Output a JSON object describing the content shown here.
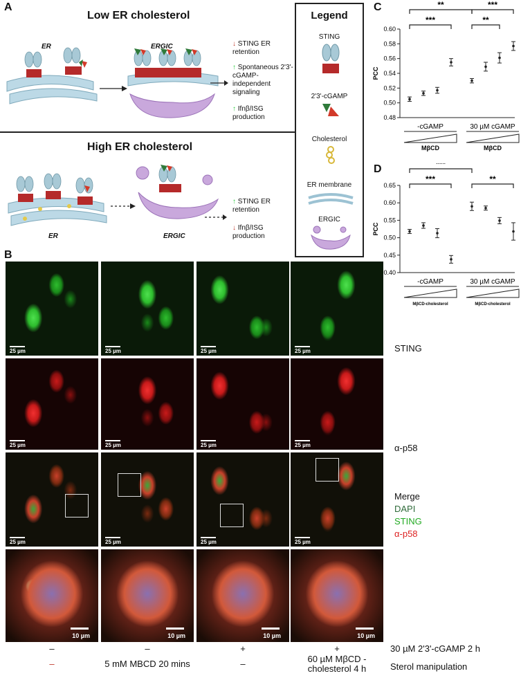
{
  "panels": {
    "A": "A",
    "B": "B",
    "C": "C",
    "D": "D"
  },
  "panelA": {
    "low_title": "Low ER cholesterol",
    "high_title": "High ER cholesterol",
    "er": "ER",
    "ergic": "ERGIC",
    "low_effects": [
      "STING ER retention",
      "Spontaneous 2'3'-cGAMP-independent signaling",
      "Ifnβ/ISG production"
    ],
    "high_effects": [
      "STING ER retention",
      "Ifnβ/ISG production"
    ]
  },
  "legend": {
    "title": "Legend",
    "items": [
      "STING",
      "2'3'-cGAMP",
      "Cholesterol",
      "ER membrane",
      "ERGIC"
    ]
  },
  "panelB": {
    "scale_small": "25 µm",
    "scale_zoom": "10 µm",
    "channels": [
      "STING",
      "α-p58"
    ],
    "merge": {
      "title": "Merge",
      "dapi": "DAPI",
      "sting": "STING",
      "p58": "α-p58"
    },
    "cgamp_row": [
      "–",
      "–",
      "+",
      "+"
    ],
    "cgamp_label": "30 µM 2'3'-cGAMP 2 h",
    "sterol_row": [
      "–",
      "5 mM MBCD 20 mins",
      "–",
      "60 µM MβCD -cholesterol 4 h"
    ],
    "sterol_label": "Sterol manipulation",
    "colors": {
      "green": "#37c837",
      "red": "#e02020",
      "dapi_text": "#2f6b3a",
      "sting_text": "#22aa22",
      "p58_text": "#dd2222"
    }
  },
  "chart_data": [
    {
      "type": "scatter",
      "panel": "C",
      "ylabel": "PCC",
      "ylim": [
        0.48,
        0.6
      ],
      "yticks": [
        "0.48",
        "0.50",
        "0.52",
        "0.54",
        "0.56",
        "0.58",
        "0.60"
      ],
      "points": [
        {
          "group": "-cGAMP",
          "value": 0.505,
          "err": 0.003
        },
        {
          "group": "-cGAMP",
          "value": 0.513,
          "err": 0.003
        },
        {
          "group": "-cGAMP",
          "value": 0.517,
          "err": 0.004
        },
        {
          "group": "-cGAMP",
          "value": 0.555,
          "err": 0.005
        },
        {
          "group": "30 µM cGAMP",
          "value": 0.53,
          "err": 0.003
        },
        {
          "group": "30 µM cGAMP",
          "value": 0.549,
          "err": 0.006
        },
        {
          "group": "30 µM cGAMP",
          "value": 0.561,
          "err": 0.007
        },
        {
          "group": "30 µM cGAMP",
          "value": 0.577,
          "err": 0.006
        }
      ],
      "groups": [
        "-cGAMP",
        "30 µM cGAMP"
      ],
      "gradient_label": "MβCD",
      "significance": [
        "**",
        "***",
        "***",
        "**"
      ]
    },
    {
      "type": "scatter",
      "panel": "D",
      "ylabel": "PCC",
      "ylim": [
        0.4,
        0.65
      ],
      "yticks": [
        "0.40",
        "0.45",
        "0.50",
        "0.55",
        "0.60",
        "0.65"
      ],
      "points": [
        {
          "group": "-cGAMP",
          "value": 0.518,
          "err": 0.006
        },
        {
          "group": "-cGAMP",
          "value": 0.535,
          "err": 0.008
        },
        {
          "group": "-cGAMP",
          "value": 0.513,
          "err": 0.013
        },
        {
          "group": "-cGAMP",
          "value": 0.438,
          "err": 0.011
        },
        {
          "group": "30 µM cGAMP",
          "value": 0.59,
          "err": 0.012
        },
        {
          "group": "30 µM cGAMP",
          "value": 0.585,
          "err": 0.006
        },
        {
          "group": "30 µM cGAMP",
          "value": 0.549,
          "err": 0.009
        },
        {
          "group": "30 µM cGAMP",
          "value": 0.518,
          "err": 0.025
        }
      ],
      "groups": [
        "-cGAMP",
        "30 µM cGAMP"
      ],
      "gradient_label": "MβCD-cholesterol",
      "significance": [
        "***",
        "***",
        "**"
      ]
    }
  ]
}
